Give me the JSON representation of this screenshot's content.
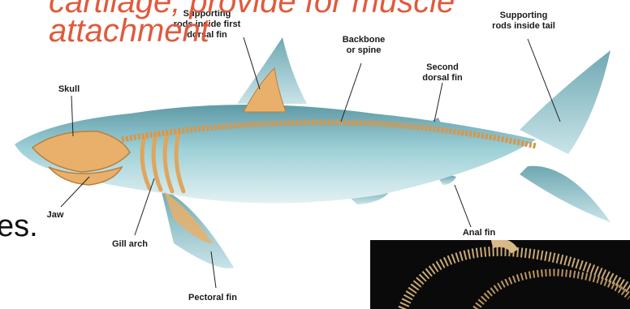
{
  "slide": {
    "title_line1": "cartilage, provide for muscle",
    "title_line2": "attachment",
    "body_fragment": "es."
  },
  "colors": {
    "title": "#e05a3c",
    "shark_body": "#8fc7cf",
    "shark_belly": "#d9ecef",
    "cartilage": "#e8b06a"
  },
  "labels": {
    "dorsal_rods": [
      "Supporting",
      "rods inside first",
      "dorsal fin"
    ],
    "tail_rods": [
      "Supporting",
      "rods inside tail"
    ],
    "backbone": [
      "Backbone",
      "or spine"
    ],
    "second_dorsal": [
      "Second",
      "dorsal fin"
    ],
    "skull": "Skull",
    "jaw": "Jaw",
    "gill_arch": "Gill arch",
    "anal_fin": "Anal fin",
    "pectoral_fin": "Pectoral fin"
  },
  "photo": {
    "subject": "shark skeleton photograph"
  }
}
